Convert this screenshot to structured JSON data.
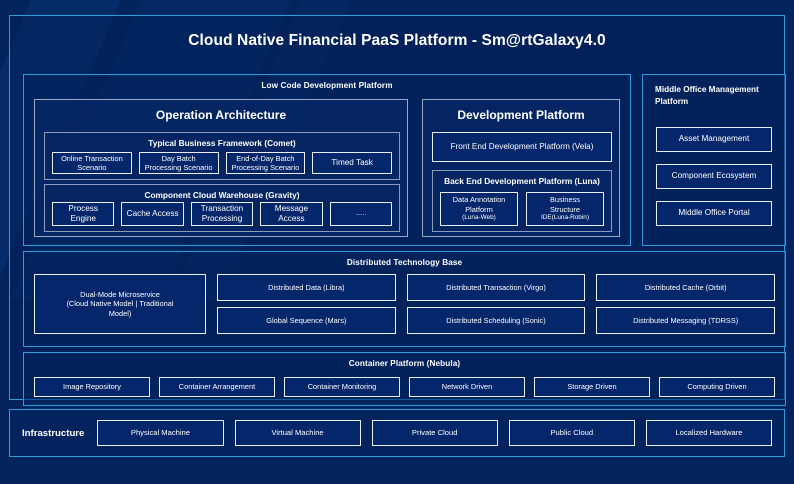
{
  "theme": {
    "background": "#02235c",
    "panel_border": "#2e9bdc",
    "subpanel_border": "#9aa8c4",
    "box_border": "#e8edf7",
    "box_fill": "#04266a",
    "text": "#ffffff"
  },
  "main": {
    "title": "Cloud Native Financial PaaS Platform - Sm@rtGalaxy4.0"
  },
  "low_code": {
    "title": "Low Code Development Platform",
    "operation_architecture": {
      "title": "Operation Architecture",
      "comet": {
        "title": "Typical Business Framework (Comet)",
        "items": [
          "Online Transaction Scenario",
          "Day Batch Processing Scenario",
          "End-of-Day Batch Processing Scenario",
          "Timed Task"
        ]
      },
      "gravity": {
        "title": "Component Cloud Warehouse (Gravity)",
        "items": [
          "Process Engine",
          "Cache Access",
          "Transaction Processing",
          "Message Access",
          "......"
        ]
      }
    },
    "development_platform": {
      "title": "Development Platform",
      "front_end": "Front End Development Platform (Vela)",
      "back_end": {
        "title": "Back End Development Platform (Luna)",
        "items": [
          {
            "line1": "Data Annotation",
            "line2": "Platform",
            "line3": "(Luna-Web)"
          },
          {
            "line1": "Business",
            "line2": "Structure",
            "line3": "IDE(Luna-Robin)"
          }
        ]
      }
    }
  },
  "middle_office": {
    "title": "Middle Office Management Platform",
    "items": [
      "Asset Management",
      "Component Ecosystem",
      "Middle Office Portal"
    ]
  },
  "distributed_technology_base": {
    "title": "Distributed Technology Base",
    "dual_mode": {
      "line1": "Dual-Mode Microservice",
      "line2": "(Cloud Native Model | Traditional",
      "line3": "Model)"
    },
    "columns": [
      [
        "Distributed Data (Libra)",
        "Global Sequence (Mars)"
      ],
      [
        "Distributed Transaction (Virgo)",
        "Distributed Scheduling (Sonic)"
      ],
      [
        "Distributed Cache (Orbit)",
        "Distributed Messaging (TDRSS)"
      ]
    ]
  },
  "container_platform": {
    "title": "Container Platform (Nebula)",
    "items": [
      "Image Repository",
      "Container Arrangement",
      "Container Monitoring",
      "Network Driven",
      "Storage Driven",
      "Computing Driven"
    ]
  },
  "infrastructure": {
    "label": "Infrastructure",
    "items": [
      "Physical Machine",
      "Virtual Machine",
      "Private Cloud",
      "Public Cloud",
      "Localized Hardware"
    ]
  }
}
